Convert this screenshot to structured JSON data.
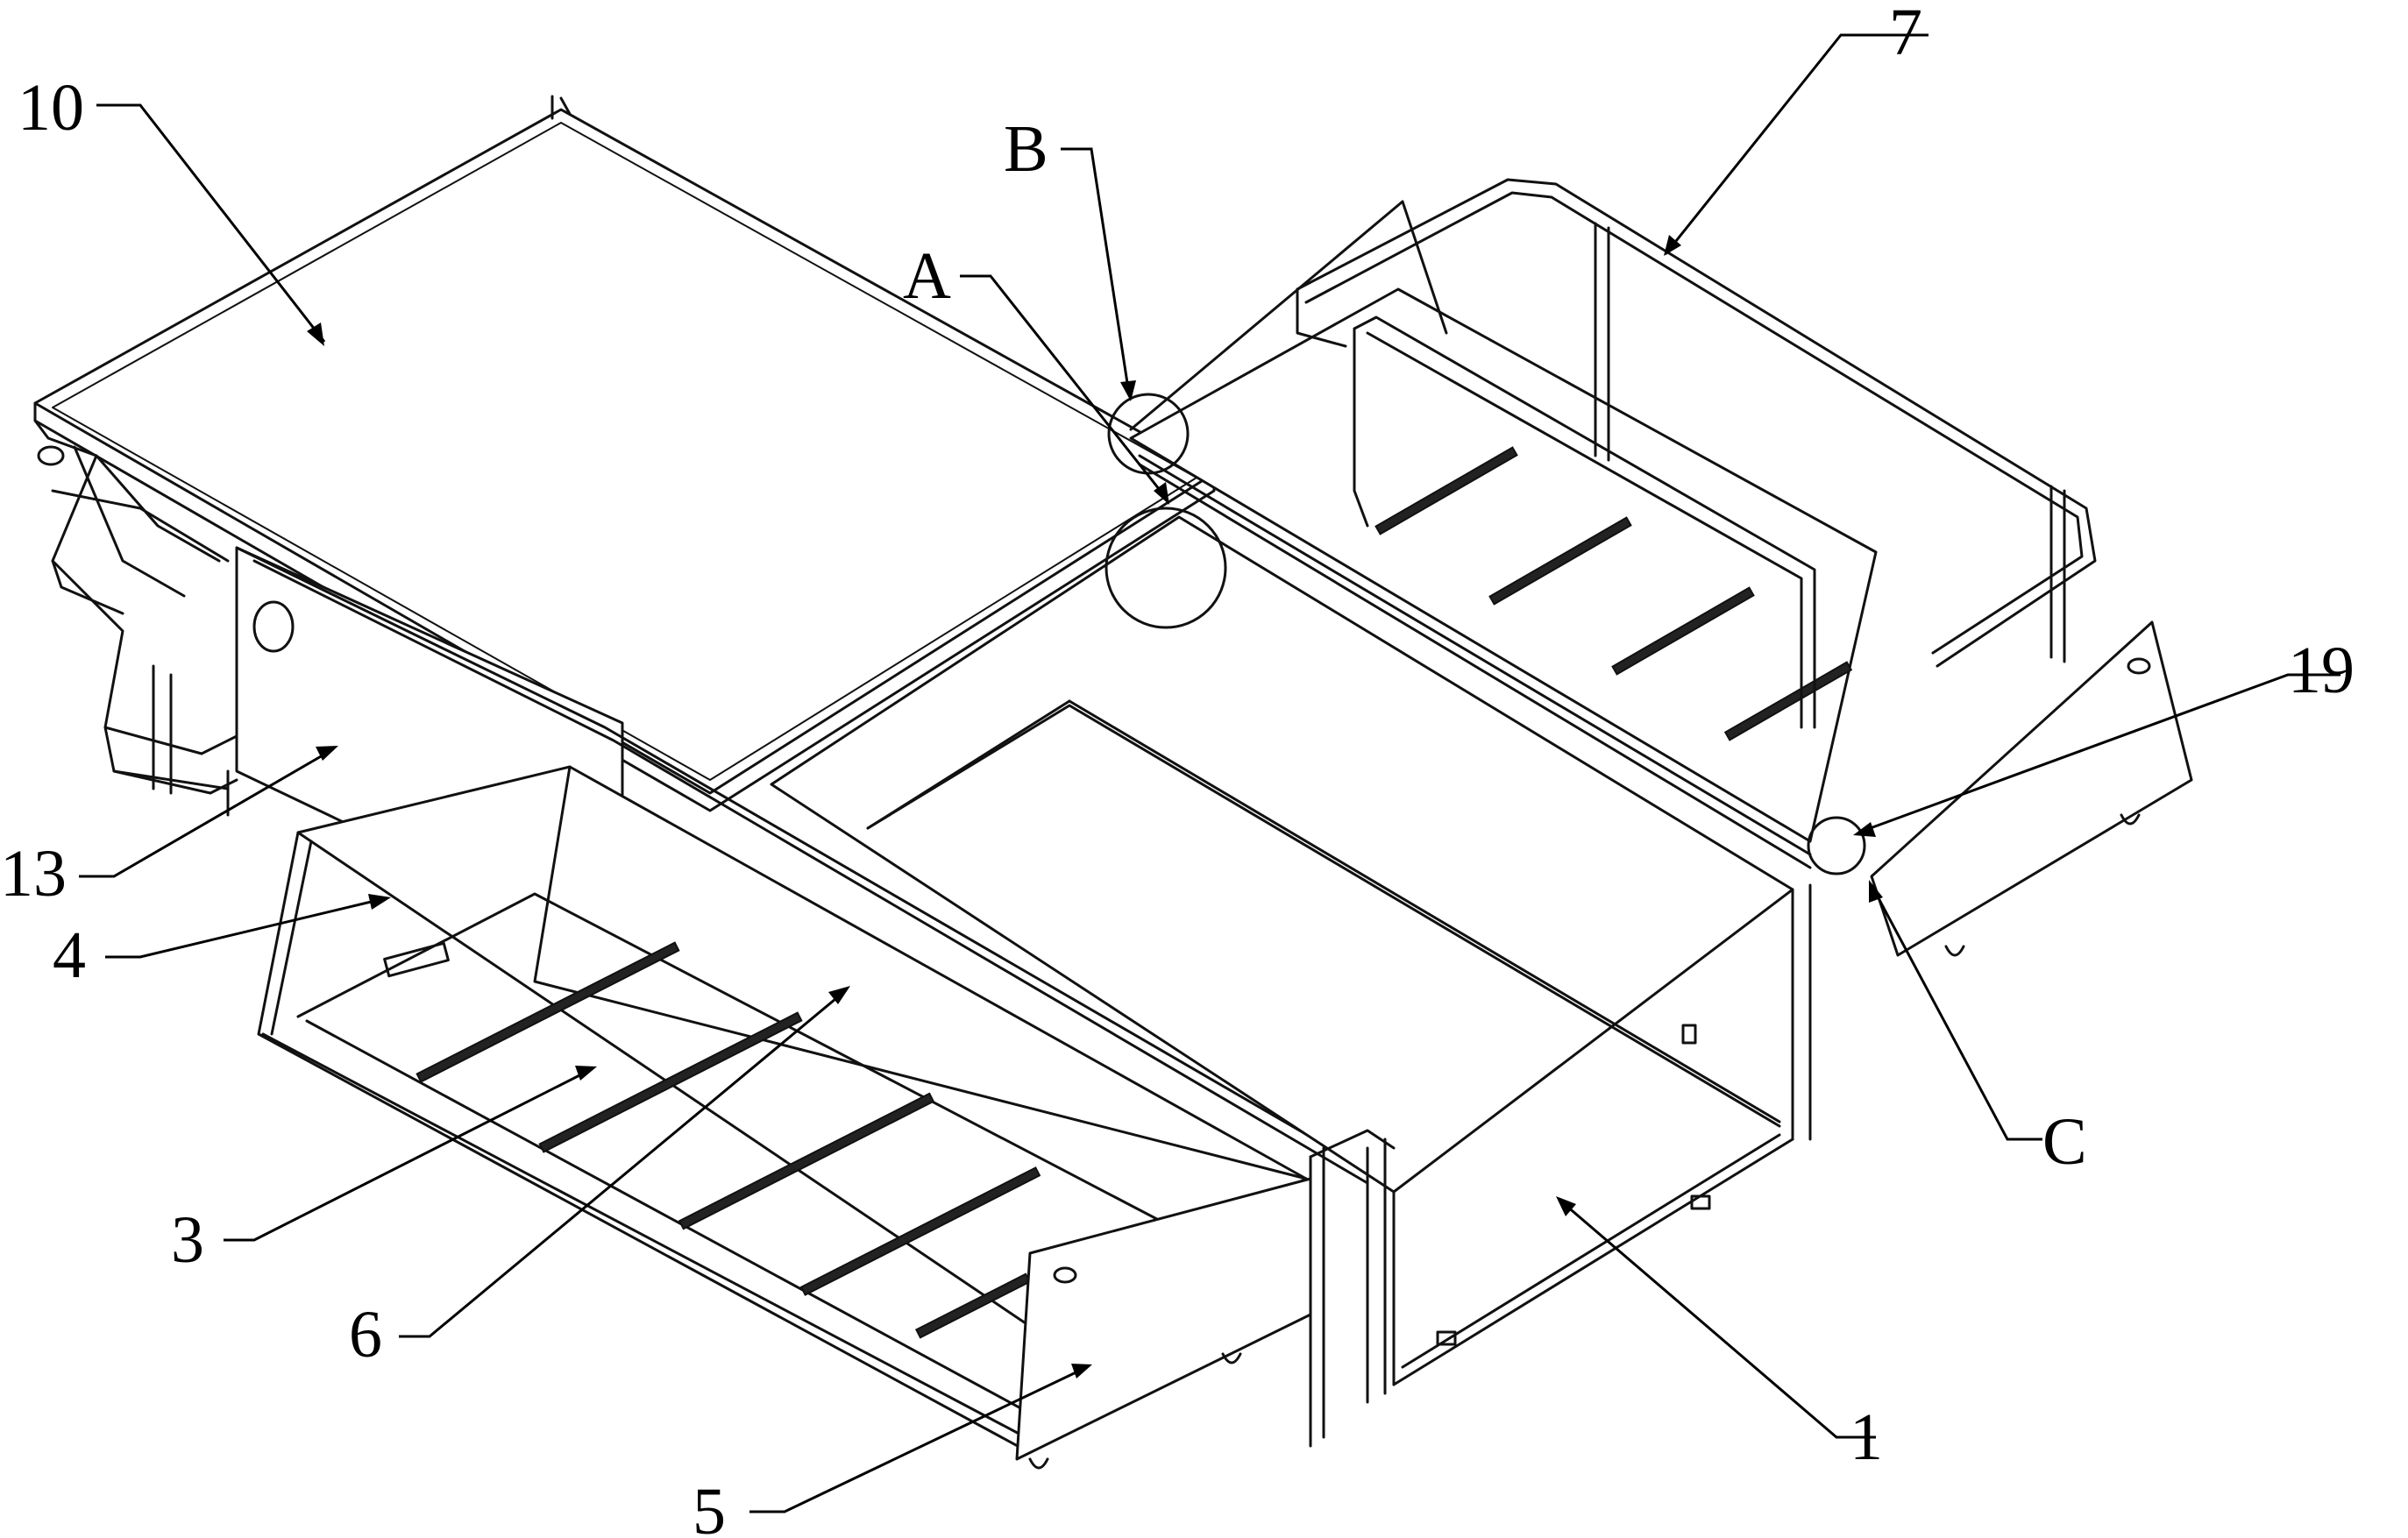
{
  "labels": {
    "l10": "10",
    "l7": "7",
    "lB": "B",
    "lA": "A",
    "l19": "19",
    "l13": "13",
    "l4": "4",
    "l3": "3",
    "l6": "6",
    "lC": "C",
    "l1": "1",
    "l5": "5"
  }
}
